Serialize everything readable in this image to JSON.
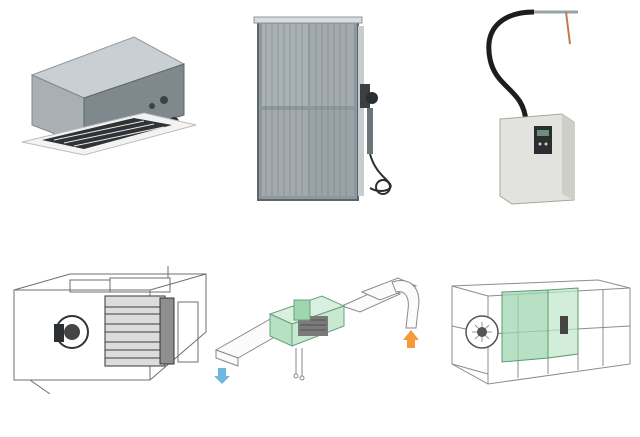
{
  "gallery": {
    "items": [
      {
        "name": "ceiling-humidifier-unit"
      },
      {
        "name": "evaporative-media-panel"
      },
      {
        "name": "steam-humidifier-cabinet"
      },
      {
        "name": "air-handler-installation-diagram"
      },
      {
        "name": "duct-system-diagram"
      },
      {
        "name": "wireframe-air-handler-diagram"
      }
    ],
    "colors": {
      "steel": "#9aa3a8",
      "dark_steel": "#5e666b",
      "cabinet_white": "#ecece8",
      "line": "#6f6f6f",
      "green_glass": "#9fd6b0",
      "arrow_orange": "#f39a3a",
      "arrow_blue": "#6fb6e0"
    }
  }
}
